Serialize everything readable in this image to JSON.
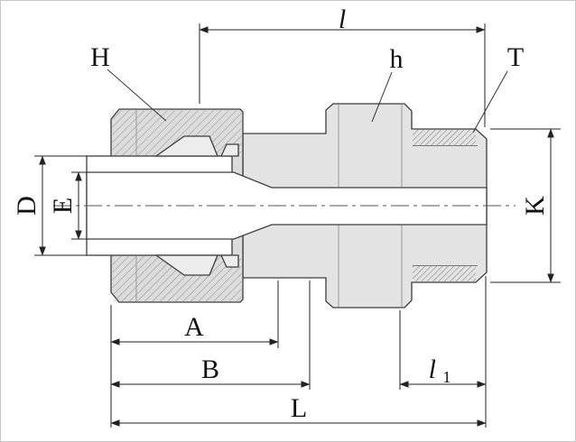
{
  "labels": {
    "H": "H",
    "h": "h",
    "T": "T",
    "D": "D",
    "E": "E",
    "K": "K",
    "A": "A",
    "B": "B",
    "L": "L",
    "l": "l",
    "l1_base": "l",
    "l1_sub": "1"
  },
  "colors": {
    "background": "#ffffff",
    "body_fill": "#e3e3e3",
    "nut_fill": "#dcdcdc",
    "ferrule_fill": "#ededed",
    "bore_fill": "#ffffff",
    "tube_fill": "#ffffff"
  }
}
